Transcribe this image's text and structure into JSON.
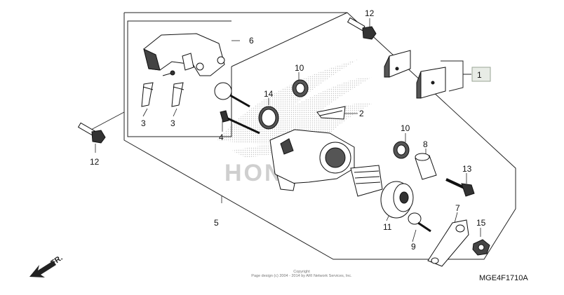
{
  "diagram": {
    "callouts": {
      "p1": "1",
      "p2": "2",
      "p3a": "3",
      "p3b": "3",
      "p4": "4",
      "p5": "5",
      "p6": "6",
      "p7": "7",
      "p8": "8",
      "p9": "9",
      "p10a": "10",
      "p10b": "10",
      "p11": "11",
      "p12a": "12",
      "p12b": "12",
      "p13": "13",
      "p14": "14",
      "p15": "15"
    },
    "watermark": "HONDA",
    "direction_label": "FR.",
    "reference_code": "MGE4F1710A",
    "copyright_line1": "Copyright",
    "copyright_line2": "Page design (c) 2004 - 2014 by ARI Network Services, Inc."
  }
}
